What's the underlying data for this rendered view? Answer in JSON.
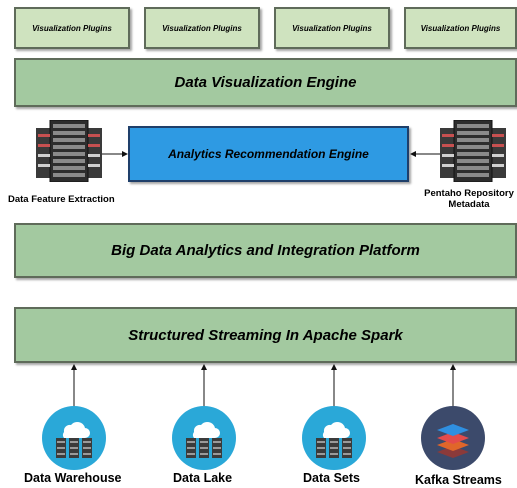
{
  "plugins": [
    {
      "label": "Visualization Plugins"
    },
    {
      "label": "Visualization Plugins"
    },
    {
      "label": "Visualization Plugins"
    },
    {
      "label": "Visualization Plugins"
    }
  ],
  "layers": {
    "visualization_engine": "Data Visualization Engine",
    "recommendation_engine": "Analytics Recommendation Engine",
    "analytics_platform": "Big Data Analytics and Integration Platform",
    "streaming": "Structured Streaming In Apache Spark"
  },
  "servers": {
    "left_label": "Data Feature Extraction",
    "right_label_line1": "Pentaho Repository",
    "right_label_line2": "Metadata"
  },
  "sources": [
    {
      "label": "Data Warehouse",
      "icon": "cloud-database-icon"
    },
    {
      "label": "Data Lake",
      "icon": "cloud-database-icon"
    },
    {
      "label": "Data Sets",
      "icon": "cloud-database-icon"
    },
    {
      "label": "Kafka Streams",
      "icon": "kafka-layers-icon"
    }
  ],
  "colors": {
    "plugin_fill": "#cfe3bf",
    "layer_fill": "#a3c9a0",
    "engine_fill": "#2e9ae3",
    "source_circle": "#2aa8d8",
    "kafka_circle": "#3c4a6b"
  }
}
